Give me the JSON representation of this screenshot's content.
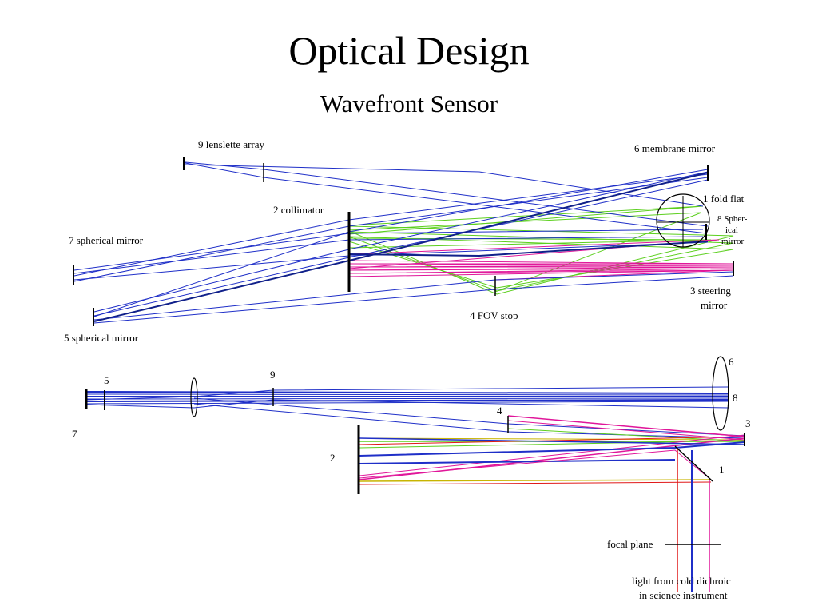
{
  "title": "Optical Design",
  "subtitle": "Wavefront Sensor",
  "top_labels": {
    "lenslette": "9 lenslette array",
    "membrane": "6 membrane mirror",
    "fold_flat": "1 fold flat",
    "spherical8_1": "8 Spher-",
    "spherical8_2": "ical",
    "spherical8_3": "mirror",
    "collimator": "2 collimator",
    "spherical7": "7 spherical mirror",
    "steering1": "3 steering",
    "steering2": "mirror",
    "fov_stop": "4 FOV stop",
    "spherical5": "5 spherical mirror"
  },
  "bottom_labels": {
    "n5": "5",
    "n9": "9",
    "n6": "6",
    "n8": "8",
    "n7": "7",
    "n4": "4",
    "n3": "3",
    "n2": "2",
    "n1": "1",
    "focal_plane": "focal plane",
    "light1": "light from cold dichroic",
    "light2": "in science instrument"
  },
  "colors": {
    "blue": "#1f2fc8",
    "dark_blue": "#10208a",
    "green": "#5ccf1e",
    "magenta": "#e0169a",
    "red": "#e01818",
    "yellow": "#c8b400",
    "black": "#000000"
  }
}
